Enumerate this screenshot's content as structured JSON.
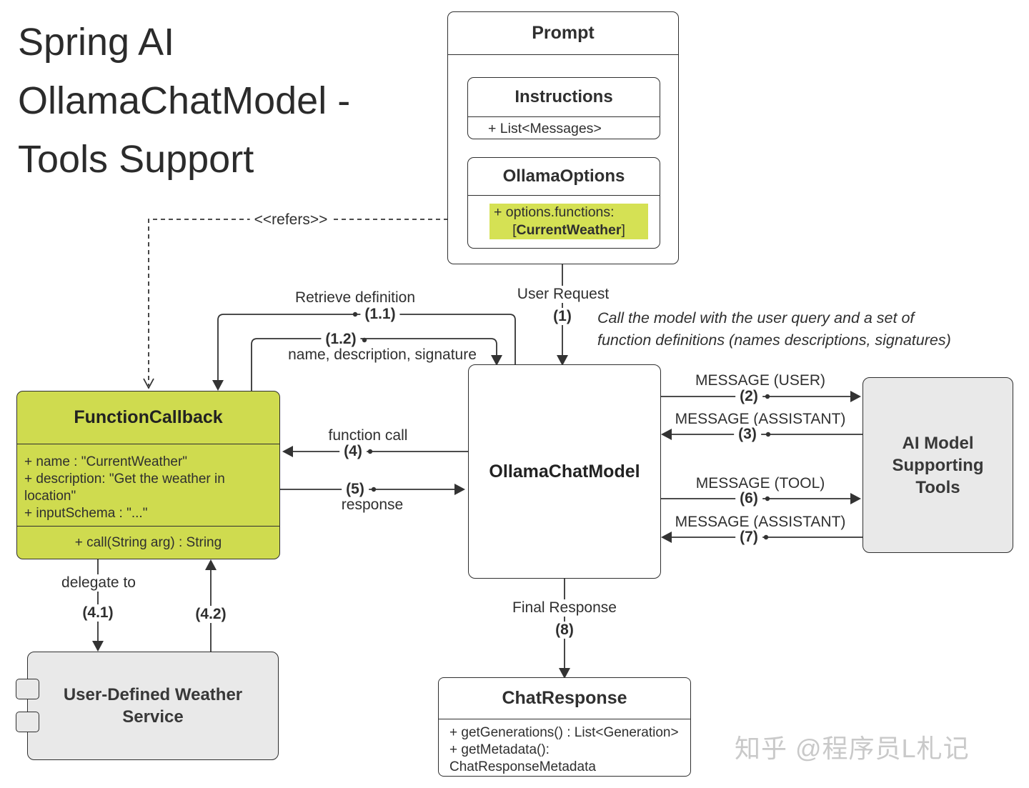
{
  "title": {
    "lines": [
      "Spring AI",
      "OllamaChatModel -",
      "Tools Support"
    ]
  },
  "prompt": {
    "title": "Prompt",
    "instructions": {
      "title": "Instructions",
      "attr": "+ List<Messages>"
    },
    "options": {
      "title": "OllamaOptions",
      "line1": "+ options.functions:",
      "bracket_open": "[",
      "function_name": "CurrentWeather",
      "bracket_close": "]"
    }
  },
  "edges": {
    "refers": {
      "label": "<<refers>>"
    },
    "retrieve": {
      "label": "Retrieve definition",
      "num": "(1.1)"
    },
    "definition": {
      "label": "name, description, signature",
      "num": "(1.2)"
    },
    "user_request": {
      "label": "User Request",
      "num": "(1)"
    },
    "note": {
      "line1": "Call the model with the user query and a set of",
      "line2": "function definitions (names descriptions, signatures)"
    },
    "msg_user": {
      "label": "MESSAGE (USER)",
      "num": "(2)"
    },
    "msg_assistant_in": {
      "label": "MESSAGE (ASSISTANT)",
      "num": "(3)"
    },
    "function_call": {
      "label": "function call",
      "num": "(4)"
    },
    "response": {
      "label": "response",
      "num": "(5)"
    },
    "msg_tool": {
      "label": "MESSAGE (TOOL)",
      "num": "(6)"
    },
    "msg_assistant_final": {
      "label": "MESSAGE (ASSISTANT)",
      "num": "(7)"
    },
    "delegate": {
      "label": "delegate to",
      "num": "(4.1)"
    },
    "delegate_return": {
      "num": "(4.2)"
    },
    "final_response": {
      "label": "Final Response",
      "num": "(8)"
    }
  },
  "nodes": {
    "function_callback": {
      "title": "FunctionCallback",
      "attrs": [
        "+ name : \"CurrentWeather\"",
        "+ description: \"Get the weather in location\"",
        "+ inputSchema : \"...\""
      ],
      "method": "+ call(String arg) : String"
    },
    "ollama_chat_model": {
      "title": "OllamaChatModel"
    },
    "ai_model": {
      "lines": [
        "AI Model",
        "Supporting",
        "Tools"
      ]
    },
    "weather_service": {
      "lines": [
        "User-Defined Weather",
        "Service"
      ]
    },
    "chat_response": {
      "title": "ChatResponse",
      "attrs": [
        "+ getGenerations() : List<Generation>",
        "+ getMetadata(): ChatResponseMetadata"
      ]
    }
  },
  "watermark": {
    "text": "知乎 @程序员L札记"
  },
  "colors": {
    "highlight_green": "#d5e154",
    "callback_green": "#cfdb4f",
    "node_gray": "#e9e9e9",
    "line": "#333333",
    "text": "#2f2f2f",
    "watermark": "#c9c9c9"
  }
}
